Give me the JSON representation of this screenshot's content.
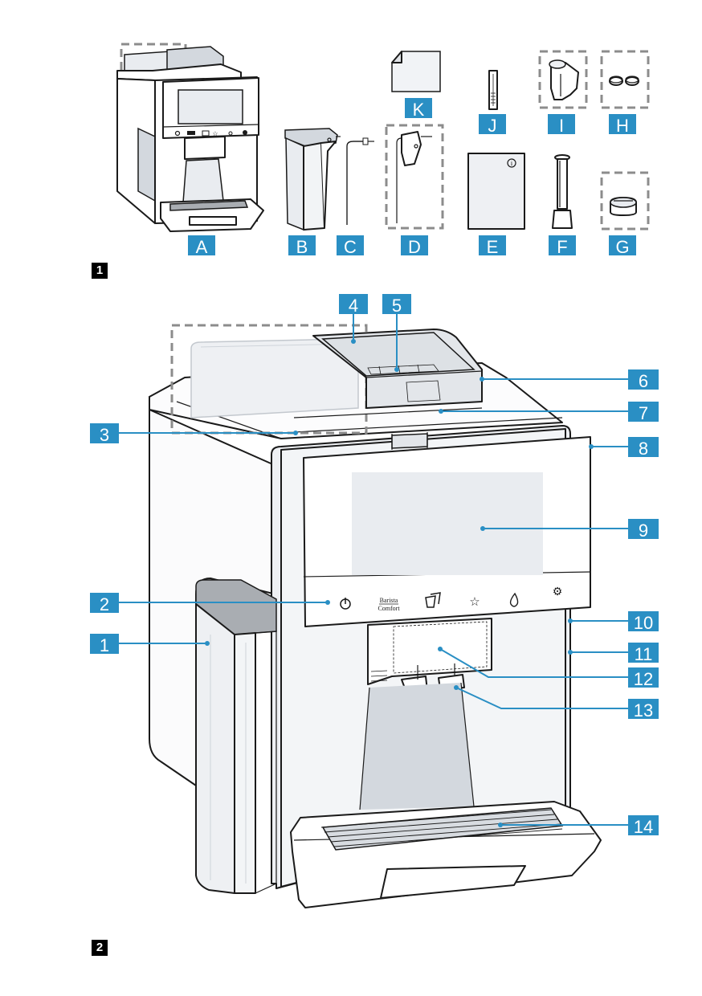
{
  "colors": {
    "label_bg": "#2a8fc4",
    "label_text": "#ffffff",
    "leader": "#2a8fc4",
    "outline": "#1a1a1a",
    "dash": "#8c8c8c",
    "fill_light": "#e9ecf0",
    "fill_mid": "#d3d8de",
    "fill_dark": "#a9adb2"
  },
  "figure1": {
    "number": "1",
    "items": [
      {
        "key": "A",
        "content": "coffee-machine"
      },
      {
        "key": "B",
        "content": "milk-container"
      },
      {
        "key": "C",
        "content": "milk-tube"
      },
      {
        "key": "D",
        "content": "milk-tube-with-adapter"
      },
      {
        "key": "E",
        "content": "instruction-manual"
      },
      {
        "key": "F",
        "content": "measuring-spoon"
      },
      {
        "key": "G",
        "content": "cleaning-container"
      },
      {
        "key": "H",
        "content": "cleaning-tablets"
      },
      {
        "key": "I",
        "content": "water-filter"
      },
      {
        "key": "J",
        "content": "test-strip"
      },
      {
        "key": "K",
        "content": "cleaning-cloth"
      }
    ]
  },
  "figure2": {
    "number": "2",
    "callouts": [
      "1",
      "2",
      "3",
      "4",
      "5",
      "6",
      "7",
      "8",
      "9",
      "10",
      "11",
      "12",
      "13",
      "14"
    ],
    "control_panel": {
      "buttons": [
        {
          "icon": "power-icon"
        },
        {
          "line1": "Barista",
          "line2": "Comfort"
        },
        {
          "icon": "cups-icon"
        },
        {
          "icon": "star-icon"
        },
        {
          "icon": "drop-icon"
        },
        {
          "icon": "gear-icon"
        }
      ]
    }
  }
}
